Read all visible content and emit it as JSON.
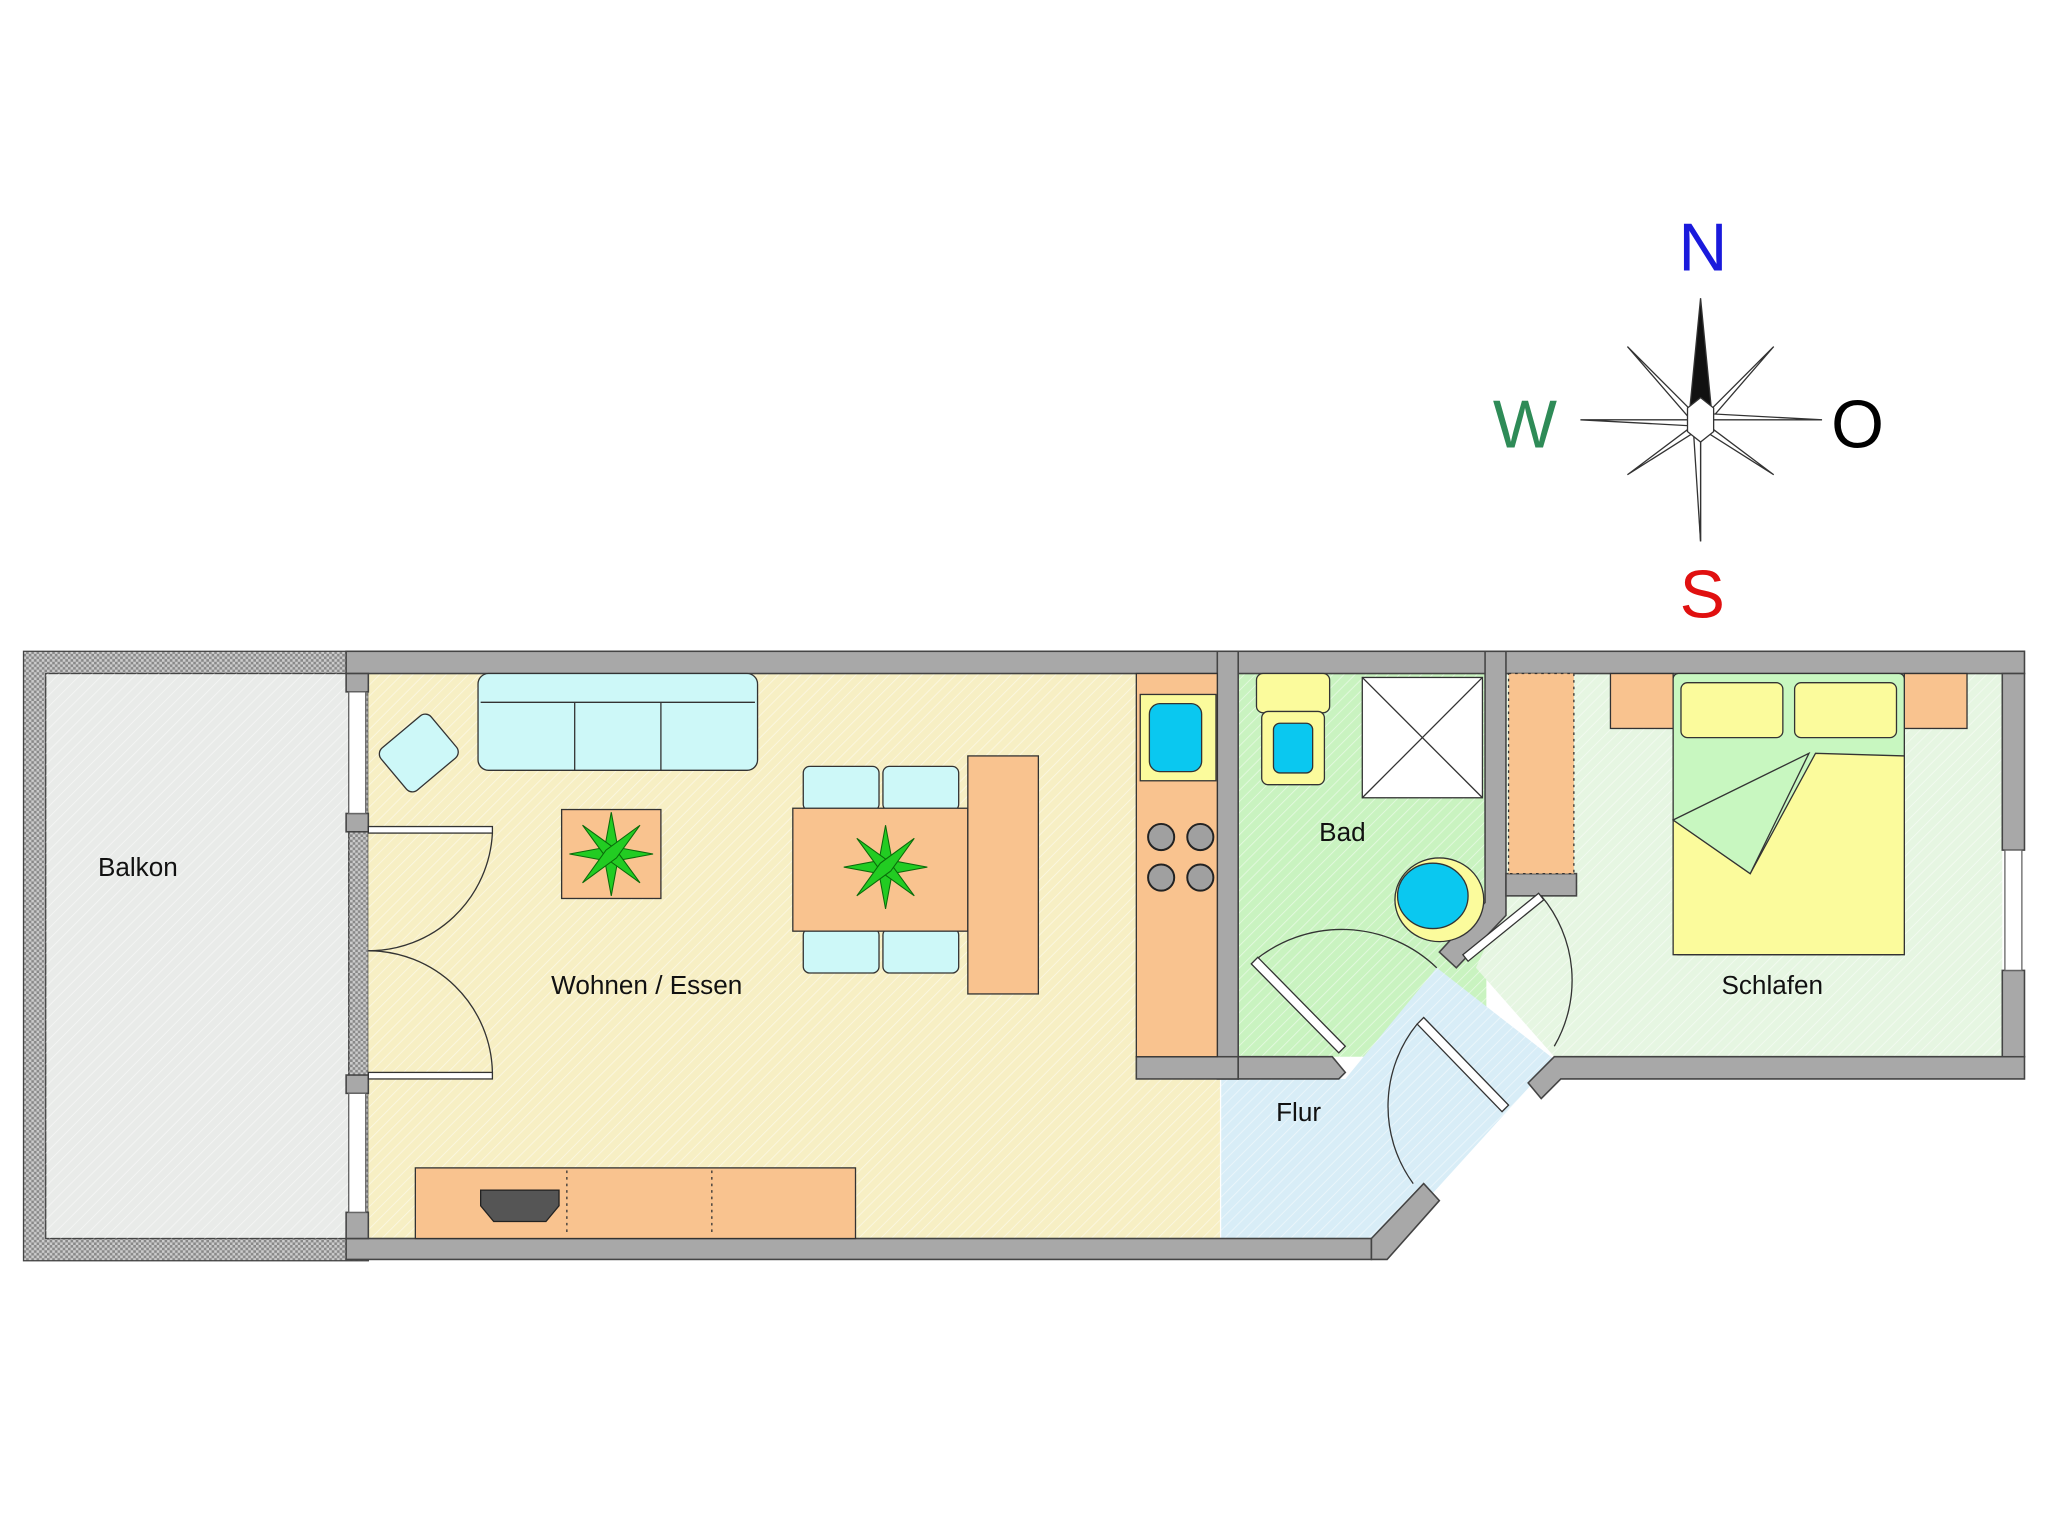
{
  "rooms": {
    "balkon": "Balkon",
    "wohnen": "Wohnen / Essen",
    "bad": "Bad",
    "flur": "Flur",
    "schlafen": "Schlafen"
  },
  "compass": {
    "north": "N",
    "west": "W",
    "east": "O",
    "south": "S",
    "colors": {
      "north": "#1a1adc",
      "west": "#2e8b57",
      "east": "#000000",
      "south": "#e01010"
    }
  },
  "colors": {
    "wall": "#a8a8a8",
    "living": "#f7efc4",
    "balcony": "#e9ebe9",
    "bath": "#c9f3c0",
    "hall": "#d8edf7",
    "bedroom": "#e6f6e2",
    "furniture": "#f9c38f",
    "sofa": "#cdf8f8",
    "bed": "#fbfb9c",
    "plant": "#22cc22"
  }
}
